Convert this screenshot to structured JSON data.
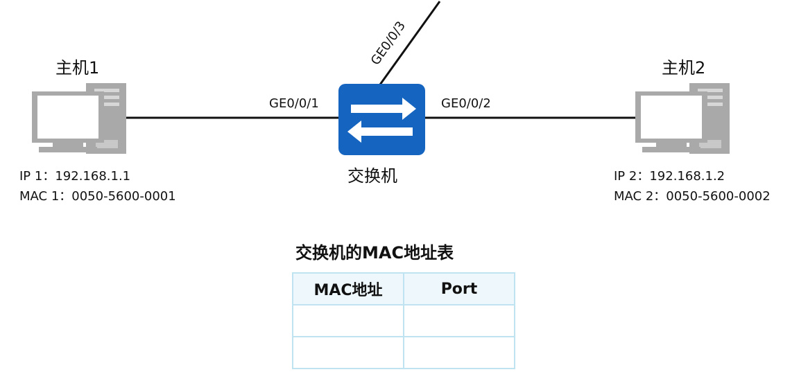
{
  "hosts": [
    {
      "name": "主机1",
      "ip": "IP 1：192.168.1.1",
      "mac": "MAC 1：0050-5600-0001"
    },
    {
      "name": "主机2",
      "ip": "IP 2：192.168.1.2",
      "mac": "MAC 2：0050-5600-0002"
    }
  ],
  "switch": {
    "label": "交换机",
    "ports": [
      "GE0/0/1",
      "GE0/0/2",
      "GE0/0/3"
    ]
  },
  "mac_table": {
    "title": "交换机的MAC地址表",
    "headers": [
      "MAC地址",
      "Port"
    ],
    "rows": [
      [
        "",
        ""
      ],
      [
        "",
        ""
      ]
    ]
  },
  "colors": {
    "switch_blue": "#1565c0",
    "pc_gray": "#a9a9a9",
    "table_border": "#bfe3f0",
    "table_header_bg": "#eef7fb"
  }
}
